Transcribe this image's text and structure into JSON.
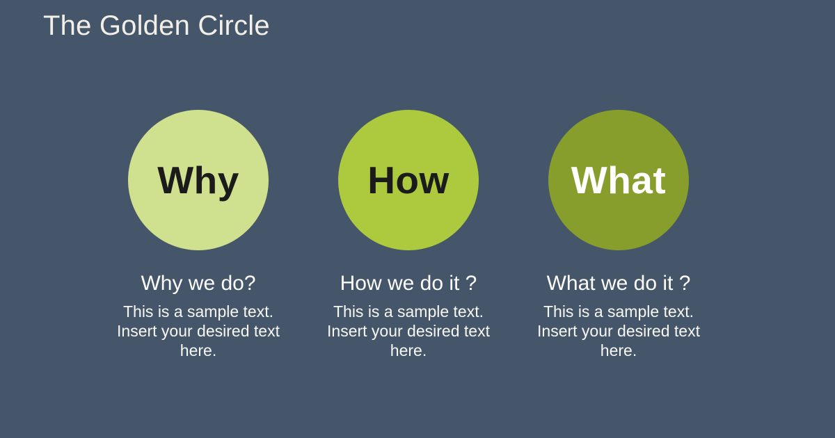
{
  "slide": {
    "title": "The Golden Circle",
    "background_color": "#45566a",
    "title_color": "#f1efe7",
    "items": [
      {
        "label": "Why",
        "subtitle": "Why we do?",
        "body": "This is a sample text. Insert your desired text here.",
        "circle_color": "#cfe08e",
        "label_color": "#1b1b1b"
      },
      {
        "label": "How",
        "subtitle": "How we do it ?",
        "body": "This is a sample text. Insert your desired text here.",
        "circle_color": "#adc93e",
        "label_color": "#1b1b1b"
      },
      {
        "label": "What",
        "subtitle": "What we do it ?",
        "body": "This is a sample text. Insert your desired text here.",
        "circle_color": "#879d2c",
        "label_color": "#ffffff"
      }
    ]
  }
}
